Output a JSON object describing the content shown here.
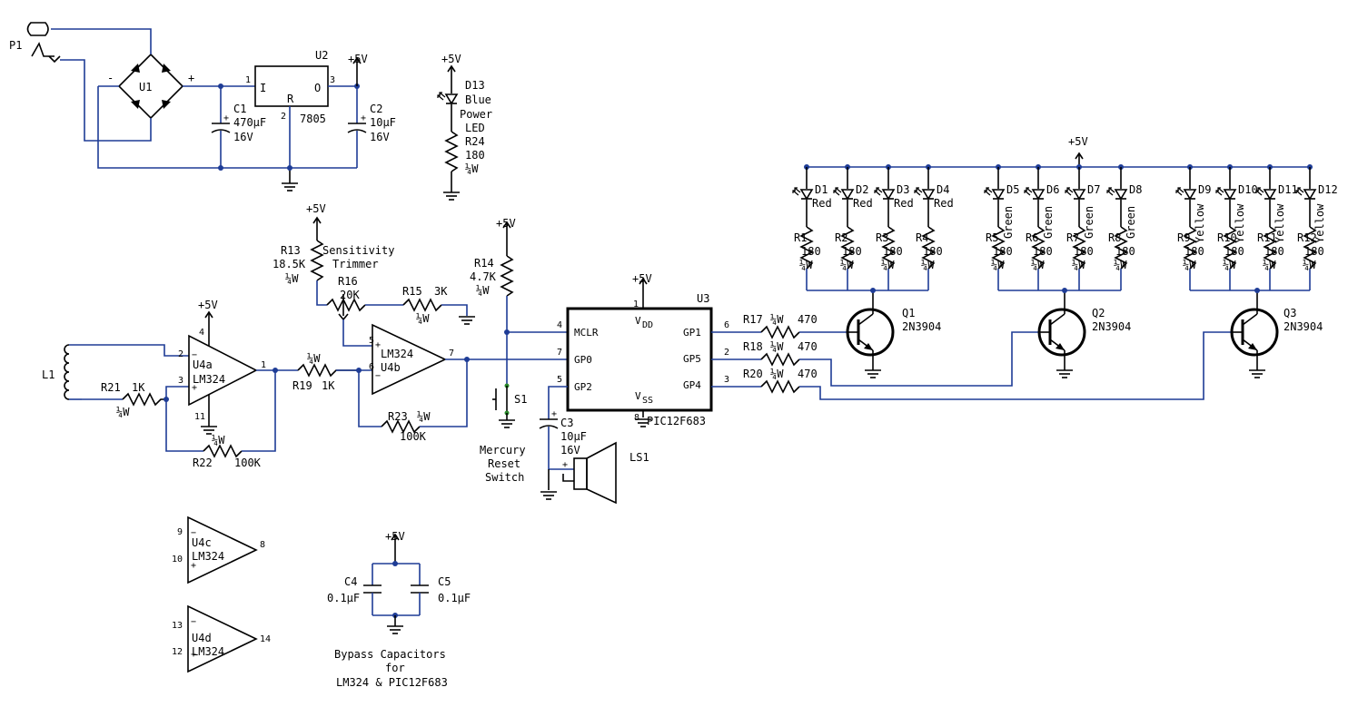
{
  "title": "",
  "labels": {
    "p1": "P1",
    "u1": "U1",
    "u1_minus": "-",
    "u1_plus": "+",
    "u2": "U2",
    "u2_pin1": "1",
    "u2_pin2": "2",
    "u2_pin3": "3",
    "u2_i": "I",
    "u2_r": "R",
    "u2_o": "O",
    "u2_part": "7805",
    "c1_name": "C1",
    "c1_val": "470µF",
    "c1_v": "16V",
    "c2_name": "C2",
    "c2_val": "10µF",
    "c2_v": "16V",
    "vcc": "+5V",
    "d13_name": "D13",
    "d13_l1": "Blue",
    "d13_l2": "Power",
    "d13_l3": "LED",
    "r24_name": "R24",
    "r24_val": "180",
    "r24_w": "¼W",
    "r13_name": "R13",
    "r13_val": "18.5K",
    "r13_w": "¼W",
    "sens1": "Sensitivity",
    "sens2": "Trimmer",
    "r16_name": "R16",
    "r16_val": "20K",
    "r15_name": "R15",
    "r15_val": "3K",
    "r15_w": "¼W",
    "r14_name": "R14",
    "r14_val": "4.7K",
    "r14_w": "¼W",
    "l1": "L1",
    "r21_name": "R21",
    "r21_val": "1K",
    "r21_w": "¼W",
    "u4a_1": "U4a",
    "u4a_2": "LM324",
    "u4a_p4": "4",
    "u4a_p2": "2",
    "u4a_p3": "3",
    "u4a_p1": "1",
    "u4a_p11": "11",
    "r22_name": "R22",
    "r22_val": "100K",
    "r22_w": "¼W",
    "r19_name": "R19",
    "r19_val": "1K",
    "r19_w": "¼W",
    "u4b_1": "LM324",
    "u4b_2": "U4b",
    "u4b_p5": "5",
    "u4b_p6": "6",
    "u4b_p7": "7",
    "r23_name": "R23",
    "r23_val": "100K",
    "r23_w": "¼W",
    "s1": "S1",
    "merc1": "Mercury",
    "merc2": "Reset",
    "merc3": "Switch",
    "u3": "U3",
    "u3_part": "PIC12F683",
    "u3_mclr": "MCLR",
    "u3_gp0": "GP0",
    "u3_gp2": "GP2",
    "u3_gp1": "GP1",
    "u3_gp5": "GP5",
    "u3_gp4": "GP4",
    "u3_vdd_v": "V",
    "u3_vdd_sub": "DD",
    "u3_vss_v": "V",
    "u3_vss_sub": "SS",
    "u3_p1": "1",
    "u3_p4": "4",
    "u3_p7": "7",
    "u3_p5": "5",
    "u3_p8": "8",
    "u3_p6": "6",
    "u3_p2": "2",
    "u3_p3": "3",
    "c3_name": "C3",
    "c3_val": "10µF",
    "c3_v": "16V",
    "ls1": "LS1",
    "r17": "R17",
    "r18": "R18",
    "r20": "R20",
    "rq_w": "¼W",
    "rq_val": "470",
    "q1": "Q1",
    "q2": "Q2",
    "q3": "Q3",
    "q_part": "2N3904",
    "d1": "D1",
    "d2": "D2",
    "d3": "D3",
    "d4": "D4",
    "d5": "D5",
    "d6": "D6",
    "d7": "D7",
    "d8": "D8",
    "d9": "D9",
    "d10": "D10",
    "d11": "D11",
    "d12": "D12",
    "red": "Red",
    "green": "Green",
    "yellow": "Yellow",
    "r1": "R1",
    "r2": "R2",
    "r3": "R3",
    "r4": "R4",
    "r5": "R5",
    "r6": "R6",
    "r7": "R7",
    "r8": "R8",
    "r9": "R9",
    "r10": "R10",
    "r11": "R11",
    "r12": "R12",
    "r_led_val": "180",
    "r_led_w": "¼W",
    "u4c_1": "U4c",
    "u4c_2": "LM324",
    "u4c_p9": "9",
    "u4c_p10": "10",
    "u4c_p8": "8",
    "u4d_1": "U4d",
    "u4d_2": "LM324",
    "u4d_p13": "13",
    "u4d_p12": "12",
    "u4d_p14": "14",
    "c4_name": "C4",
    "c4_val": "0.1µF",
    "c5_name": "C5",
    "c5_val": "0.1µF",
    "bypass1": "Bypass Capacitors",
    "bypass2": "for",
    "bypass3": "LM324 & PIC12F683"
  }
}
